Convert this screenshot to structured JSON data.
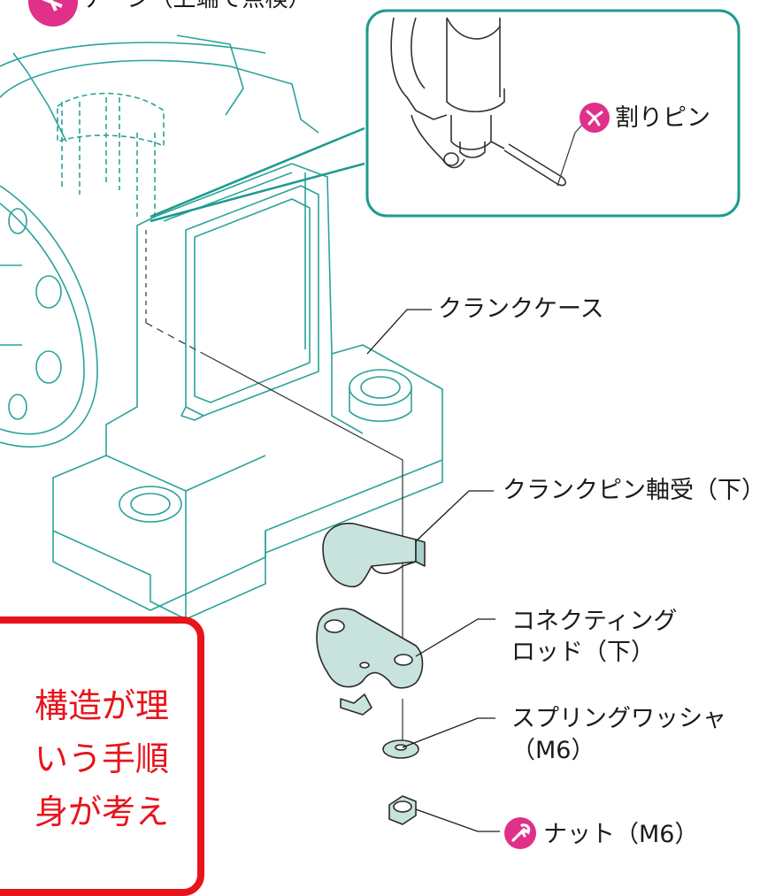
{
  "header_text": "ゲージ（上端で点検）",
  "labels": {
    "cotter_pin": "割りピン",
    "crankcase": "クランクケース",
    "bearing": "クランクピン軸受（下）",
    "conrod_1": "コネクティング",
    "conrod_2": "ロッド（下）",
    "washer_1": "スプリングワッシャ",
    "washer_2": "（M6）",
    "nut": "ナット（M6）"
  },
  "callout_lines": [
    "構造が理",
    "いう手順",
    "身が考え"
  ],
  "colors": {
    "drawing_line": "#2aa39a",
    "part_fill": "#c8e3dd",
    "callout_red": "#e8131b",
    "icon_pink": "#e0308a",
    "icon_blue": "#3a7fcf",
    "detail_frame": "#1d9a8e"
  },
  "icons": {
    "cotter_pin": "tool-pliers-icon",
    "nut": "tool-wrench-icon",
    "header": "tool-gauge-icon"
  }
}
